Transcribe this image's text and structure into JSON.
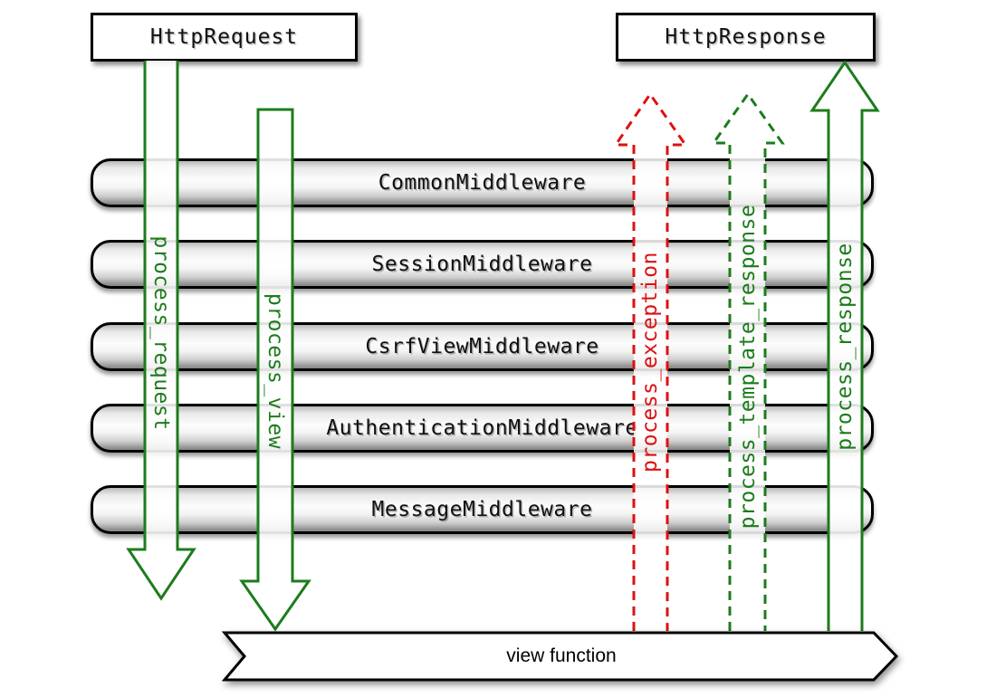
{
  "diagram": {
    "title_semantics": "Django middleware request/response flow",
    "request_box": "HttpRequest",
    "response_box": "HttpResponse",
    "middleware": [
      "CommonMiddleware",
      "SessionMiddleware",
      "CsrfViewMiddleware",
      "AuthenticationMiddleware",
      "MessageMiddleware"
    ],
    "view_banner": "view function",
    "arrows": [
      {
        "label": "process_request",
        "direction": "down",
        "style": "solid",
        "color": "#1c7c1c"
      },
      {
        "label": "process_view",
        "direction": "down",
        "style": "solid",
        "color": "#1c7c1c"
      },
      {
        "label": "process_exception",
        "direction": "up",
        "style": "dashed",
        "color": "#dd1111"
      },
      {
        "label": "process_template_response",
        "direction": "up",
        "style": "dashed",
        "color": "#1c7c1c"
      },
      {
        "label": "process_response",
        "direction": "up",
        "style": "solid",
        "color": "#1c7c1c"
      }
    ],
    "colors": {
      "arrow_green": "#1c7c1c",
      "arrow_red": "#dd1111",
      "box_border": "#000000",
      "bar_gradient_top": "#b9b9b9",
      "bar_gradient_mid": "#fcfcfc",
      "bar_gradient_bottom": "#8c8c8c"
    }
  }
}
